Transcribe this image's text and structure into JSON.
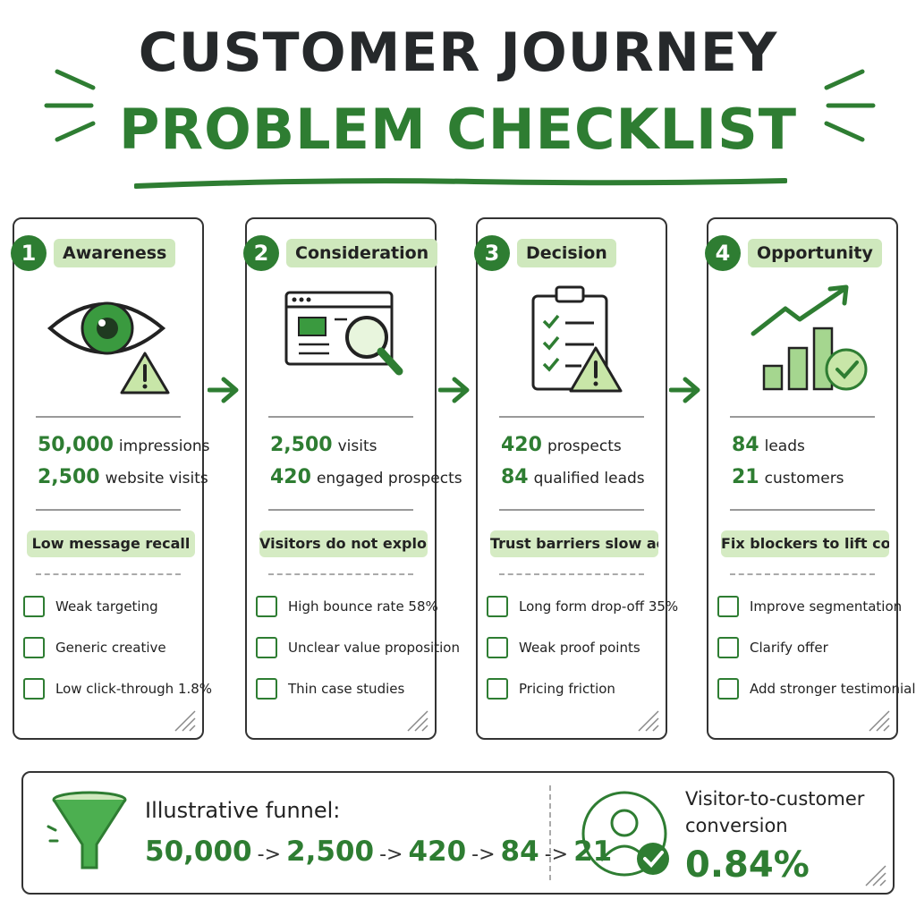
{
  "title": {
    "line1": "CUSTOMER JOURNEY",
    "line2": "PROBLEM CHECKLIST"
  },
  "colors": {
    "accent": "#2e7d32",
    "highlight": "#d5ebc3",
    "ink": "#26292b"
  },
  "stages": [
    {
      "number": "1",
      "name": "Awareness",
      "icon": "eye-warning-icon",
      "metric1_value": "50,000",
      "metric1_label": "impressions",
      "metric2_value": "2,500",
      "metric2_label": "website visits",
      "problem": "Low message recall",
      "checks": [
        "Weak targeting",
        "Generic creative",
        "Low click-through 1.8%"
      ]
    },
    {
      "number": "2",
      "name": "Consideration",
      "icon": "browser-magnifier-icon",
      "metric1_value": "2,500",
      "metric1_label": "visits",
      "metric2_value": "420",
      "metric2_label": "engaged prospects",
      "problem": "Visitors do not explore",
      "checks": [
        "High bounce rate 58%",
        "Unclear value proposition",
        "Thin case studies"
      ]
    },
    {
      "number": "3",
      "name": "Decision",
      "icon": "clipboard-warning-icon",
      "metric1_value": "420",
      "metric1_label": "prospects",
      "metric2_value": "84",
      "metric2_label": "qualified leads",
      "problem": "Trust barriers slow action",
      "checks": [
        "Long form drop-off 35%",
        "Weak proof points",
        "Pricing friction"
      ]
    },
    {
      "number": "4",
      "name": "Opportunity",
      "icon": "growth-chart-check-icon",
      "metric1_value": "84",
      "metric1_label": "leads",
      "metric2_value": "21",
      "metric2_label": "customers",
      "problem": "Fix blockers to lift conversion",
      "checks": [
        "Improve segmentation",
        "Clarify offer",
        "Add stronger testimonials"
      ]
    }
  ],
  "summary": {
    "funnel_label": "Illustrative funnel:",
    "funnel_values": [
      "50,000",
      "2,500",
      "420",
      "84",
      "21"
    ],
    "funnel_separator": "->",
    "conversion_label": "Visitor-to-customer conversion",
    "conversion_value": "0.84%",
    "funnel_icon": "funnel-icon",
    "conversion_icon": "user-check-icon"
  }
}
